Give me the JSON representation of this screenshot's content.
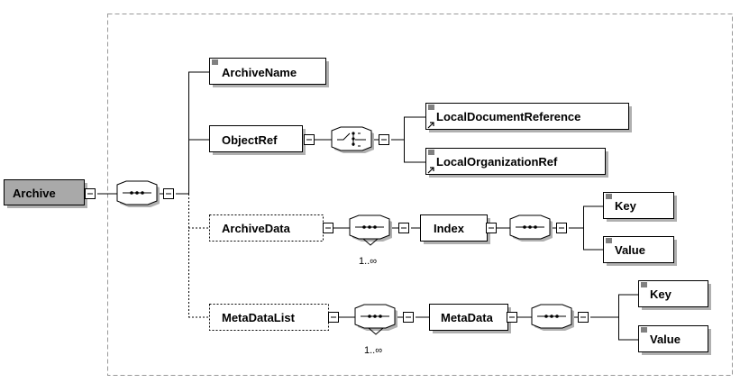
{
  "diagram": {
    "root": "Archive",
    "elements": {
      "archive_name": "ArchiveName",
      "object_ref": "ObjectRef",
      "local_document_reference": "LocalDocumentReference",
      "local_organization_ref": "LocalOrganizationRef",
      "archive_data": "ArchiveData",
      "index": "Index",
      "index_key": "Key",
      "index_value": "Value",
      "metadata_list": "MetaDataList",
      "metadata": "MetaData",
      "metadata_key": "Key",
      "metadata_value": "Value"
    },
    "occurrences": {
      "archive_data_sequence": "1..∞",
      "metadata_list_sequence": "1..∞"
    },
    "colors": {
      "root_fill": "#a9a9a9",
      "element_fill": "#ffffff",
      "shadow": "#b0b0b0",
      "line": "#000000",
      "boundary": "#999999"
    }
  }
}
